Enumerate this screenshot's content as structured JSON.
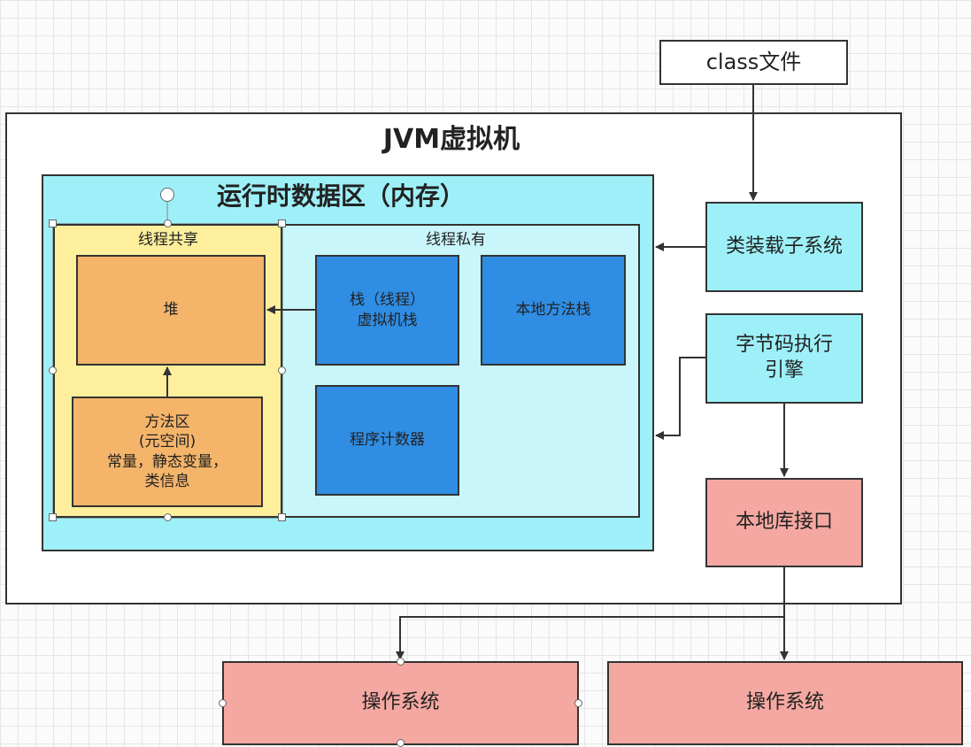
{
  "diagram": {
    "class_file": "class文件",
    "jvm_title": "JVM虚拟机",
    "runtime_area_title": "运行时数据区（内存）",
    "shared": {
      "title": "线程共享",
      "heap": "堆",
      "method_area": "方法区\n(元空间)\n常量，静态变量，\n类信息"
    },
    "private": {
      "title": "线程私有",
      "vm_stack": "栈（线程）\n虚拟机栈",
      "native_stack": "本地方法栈",
      "pc_register": "程序计数器"
    },
    "class_loader": "类装载子系统",
    "exec_engine": "字节码执行\n引擎",
    "native_interface": "本地库接口",
    "os_left": "操作系统",
    "os_right": "操作系统",
    "colors": {
      "cyan_fill": "#9ef0f8",
      "light_cyan_fill": "#c9f6fb",
      "yellow_fill": "#fdef9c",
      "orange_fill": "#f4b46a",
      "blue_fill": "#2f8de4",
      "pink_fill": "#f4a8a1",
      "stroke": "#333333"
    }
  }
}
